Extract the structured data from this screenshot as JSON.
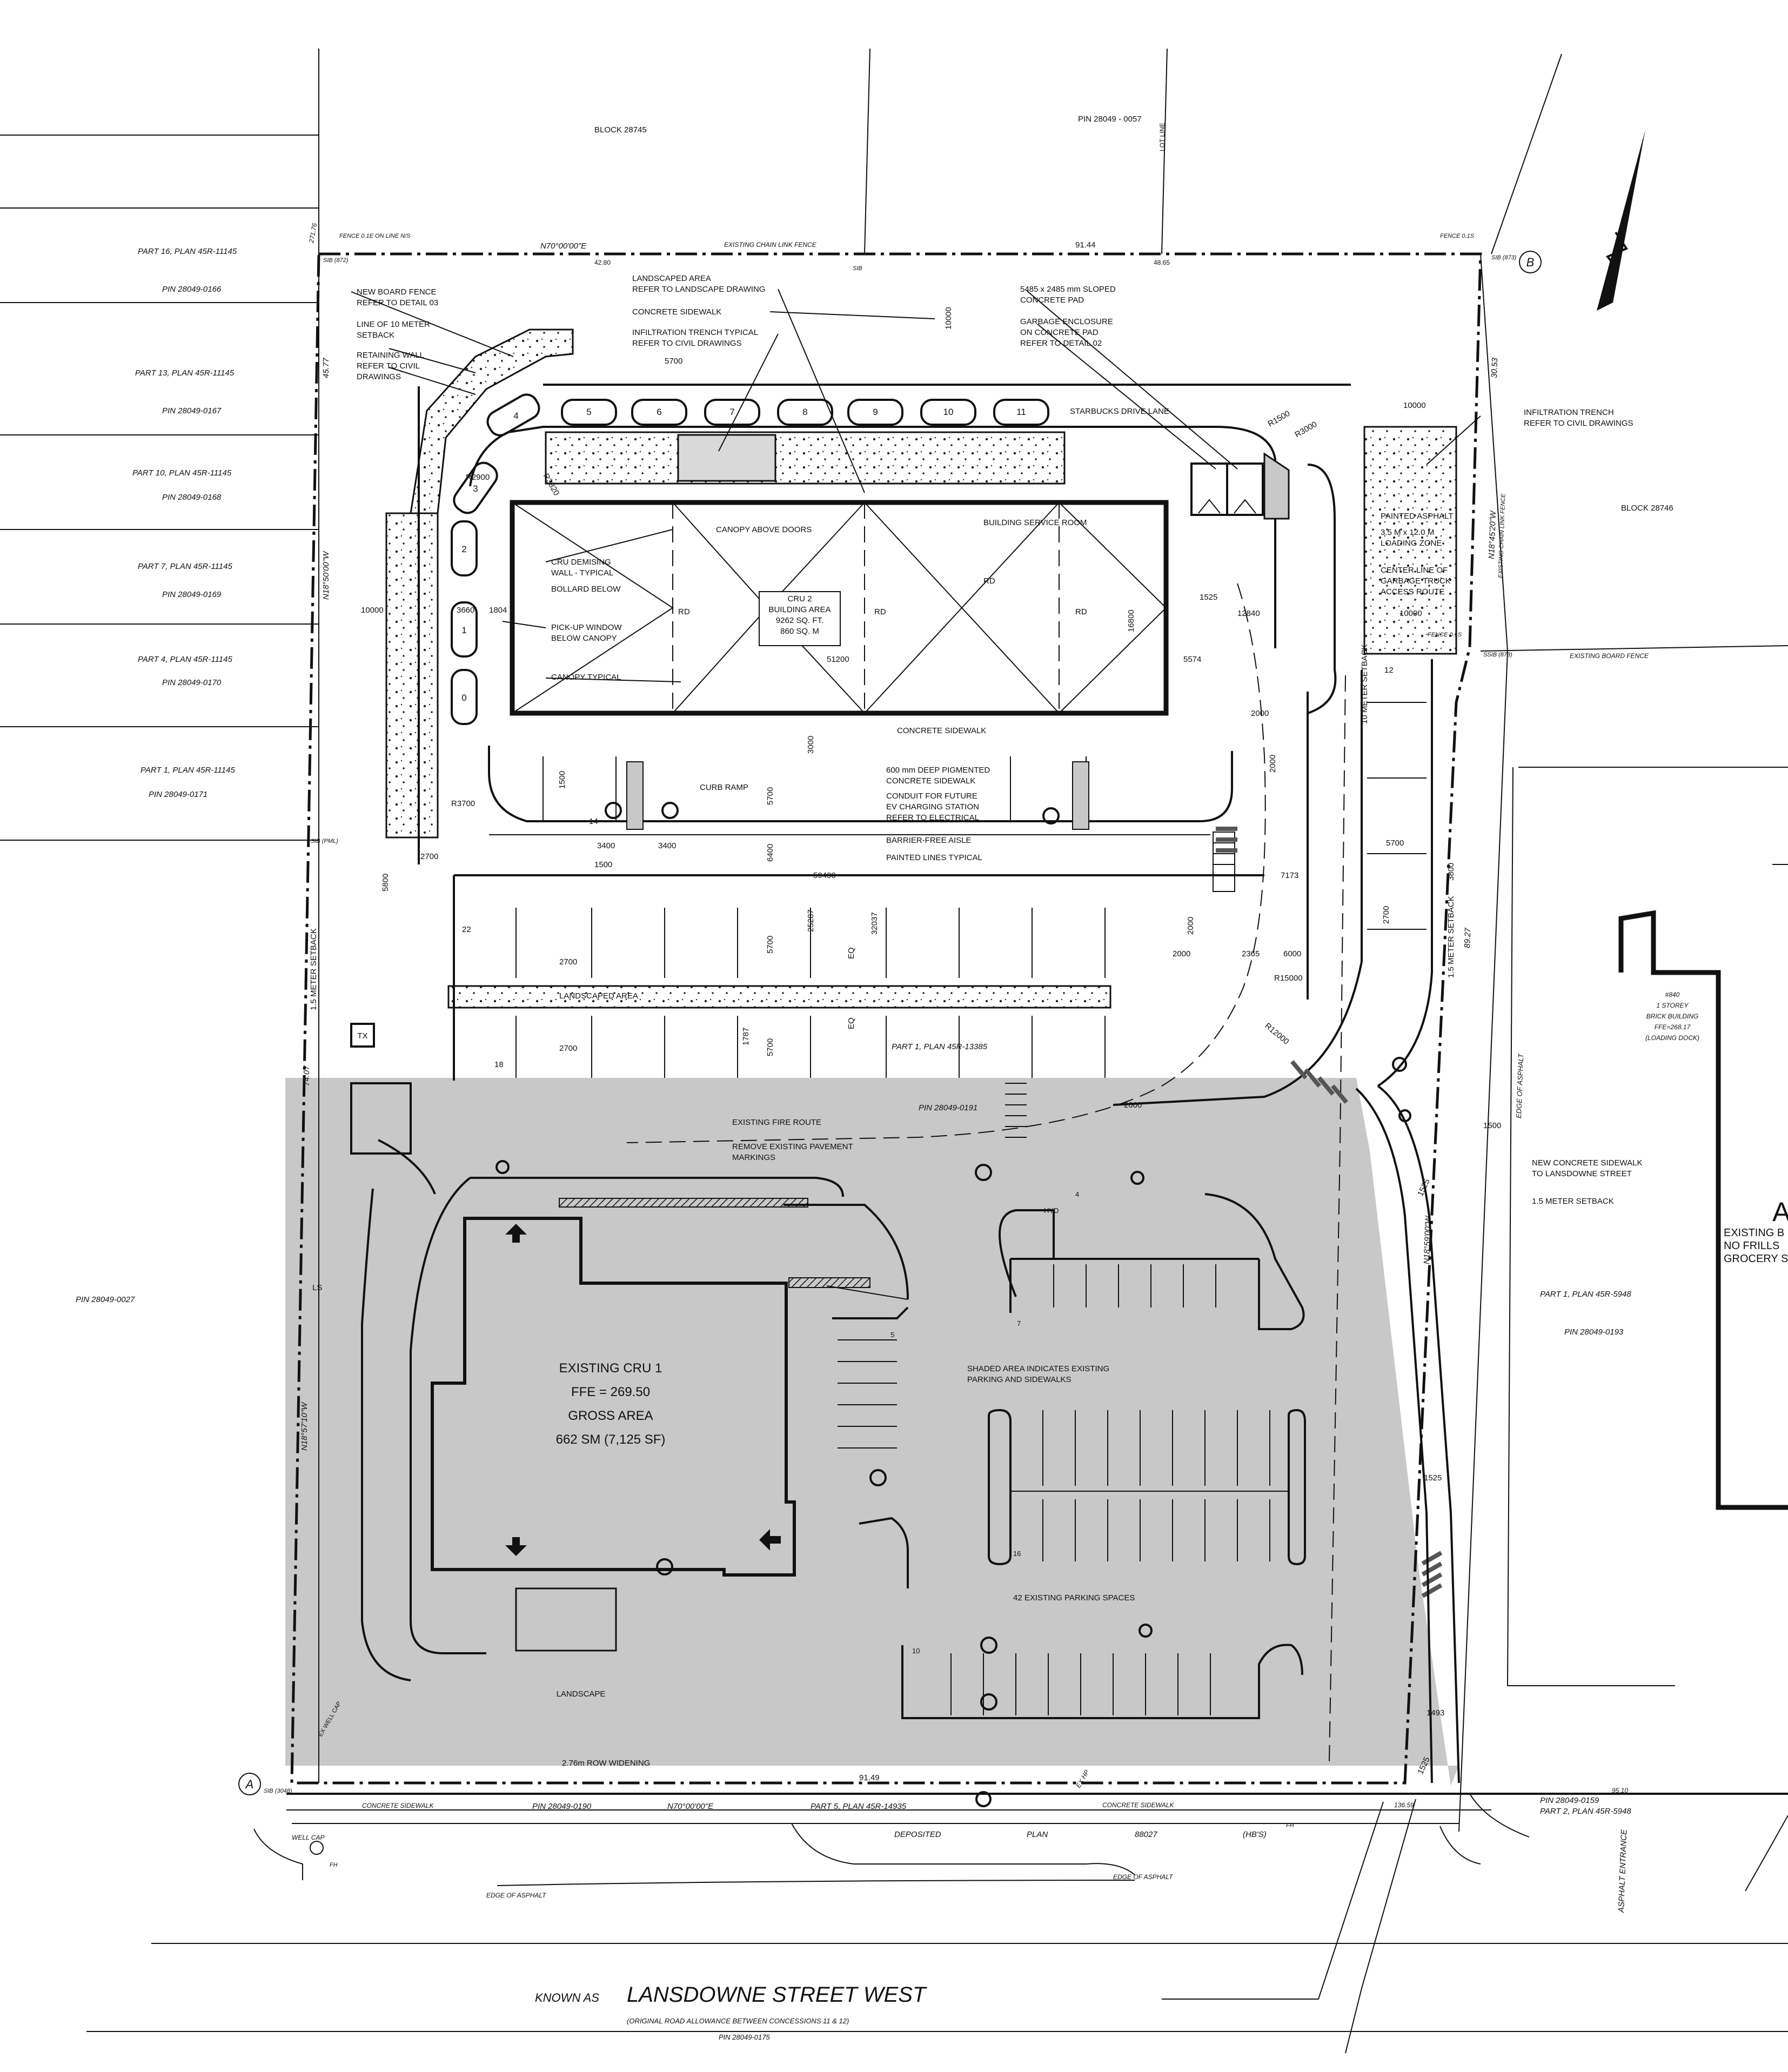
{
  "colors": {
    "existing_shade": "#c8c8c8",
    "ink": "#111111",
    "paper": "#ffffff",
    "planting": "#d9d9d9"
  },
  "neighbors": {
    "block_north": "BLOCK 28745",
    "pin_north": "PIN  28049  -  0057",
    "lot_line": "LOT LINE",
    "block_east": "BLOCK 28746",
    "pin_west_main": "PIN 28049-0027"
  },
  "west_parcels": [
    {
      "part": "PART 16, PLAN 45R-11145",
      "pin": "PIN 28049-0166"
    },
    {
      "part": "PART 13, PLAN 45R-11145",
      "pin": "PIN 28049-0167"
    },
    {
      "part": "PART 10, PLAN 45R-11145",
      "pin": "PIN 28049-0168"
    },
    {
      "part": "PART 7, PLAN 45R-11145",
      "pin": "PIN 28049-0169"
    },
    {
      "part": "PART 4, PLAN 45R-11145",
      "pin": "PIN 28049-0170"
    },
    {
      "part": "PART 1, PLAN 45R-11145",
      "pin": "PIN 28049-0171"
    }
  ],
  "boundary": {
    "north_bearing": "N70°00'00\"E",
    "north_fence": "EXISTING CHAIN LINK FENCE",
    "north_length": "91.44",
    "north_sub1": "42.80",
    "north_sub2": "48.65",
    "west_upper_bearing": "N18°50'00\"W",
    "west_upper_length": "45.77",
    "west_lower_bearing": "N18°57'10\"W",
    "west_lower_length": "74.07",
    "east_bearing": "N18°45'20\"W",
    "east_length": "30.53",
    "east_lower_bearing": "N18°59'00\"W",
    "east_lower_length": "89.27",
    "south_bearing": "N70°00'00\"E",
    "south_length": "91.49",
    "fence_note": "FENCE 0.1E ON LINE N/S",
    "fence_ne": "FENCE 0.1S",
    "fence_ne2": "FENCE 0.1S",
    "corner_nw": "271.76",
    "sib_nw": "SIB (872)",
    "sib_ne": "SIB (873)",
    "sib_mid": "SIB",
    "sib_w": "SIB (PML)",
    "sib_e": "SSIB (873)",
    "sib_sw": "SIB (3048)",
    "point_a": "A",
    "point_b": "B",
    "east_chain_fence": "EXISTING CHAIN LINK FENCE",
    "east_board_fence": "EXISTING BOARD FENCE"
  },
  "notes_left": [
    "NEW BOARD FENCE",
    "REFER TO DETAIL 03",
    "LINE OF 10 METER",
    "SETBACK",
    "RETAINING WALL",
    "REFER TO CIVIL",
    "DRAWINGS"
  ],
  "notes_top": [
    "LANDSCAPED AREA",
    "REFER TO LANDSCAPE DRAWING",
    "CONCRETE SIDEWALK",
    "INFILTRATION TRENCH TYPICAL",
    "REFER TO CIVIL DRAWINGS"
  ],
  "notes_right_top": [
    "5485 x 2485 mm SLOPED",
    "CONCRETE PAD",
    "GARBAGE ENCLOSURE",
    "ON CONCRETE PAD",
    "REFER TO DETAIL 02"
  ],
  "notes_infiltration": [
    "INFILTRATION TRENCH",
    "REFER TO CIVIL DRAWINGS"
  ],
  "notes_loading": [
    "PAINTED ASPHALT",
    "3.5 M x 12.0 M",
    "LOADING ZONE",
    "CENTER LINE OF",
    "GARBAGE TRUCK",
    "ACCESS ROUTE"
  ],
  "drive_lane": "STARBUCKS DRIVE LANE",
  "queue_numbers": [
    "5",
    "6",
    "7",
    "8",
    "9",
    "10",
    "11"
  ],
  "west_queue_numbers": [
    "4",
    "3",
    "2",
    "1",
    "0"
  ],
  "building": {
    "label1": "CRU 2",
    "label2": "BUILDING AREA",
    "label3": "9262 SQ. FT.",
    "label4": "860 SQ. M",
    "rd": "RD",
    "dim_width": "51200",
    "dim_depth": "16800",
    "canopy_doors": "CANOPY ABOVE DOORS",
    "canopy_doors2": "DOORS",
    "service_room": "BUILDING SERVICE ROOM",
    "service_room2": "SERVICE ROOM",
    "demising1": "CRU DEMISING",
    "demising2": "WALL - TYPICAL",
    "bollard": "BOLLARD BELOW",
    "pickup1": "PICK-UP WINDOW",
    "pickup2": "BELOW CANOPY",
    "canopy_typical": "CANOPY TYPICAL",
    "dim_1804": "1804",
    "dim_3660": "3660",
    "dim_10000": "10000",
    "dim_1525": "1525",
    "dim_12840": "12840",
    "dim_5574": "5574",
    "r_3820": "R3820",
    "r_2900": "R2900",
    "r_3700": "R3700"
  },
  "site_notes": {
    "concrete_sidewalk": "CONCRETE SIDEWALK",
    "curb_ramp": "CURB RAMP",
    "pigmented1": "600 mm DEEP PIGMENTED",
    "pigmented2": "CONCRETE SIDEWALK",
    "ev1": "CONDUIT FOR FUTURE",
    "ev2": "EV CHARGING STATION",
    "ev3": "REFER TO ELECTRICAL",
    "barrier_free": "BARRIER-FREE AISLE",
    "painted_lines": "PAINTED LINES TYPICAL",
    "landscaped_area": "LANDSCAPED AREA",
    "part_1": "PART 1, PLAN 45R-13385",
    "pin_0191": "PIN 28049-0191",
    "fire_route": "EXISTING FIRE ROUTE",
    "remove1": "REMOVE EXISTING PAVEMENT",
    "remove2": "MARKINGS",
    "setback_10m_e": "10 METER SETBACK",
    "setback_15_e": "1.5 METER SETBACK",
    "setback_15_w": "1.5 METER SETBACK",
    "new_sidewalk1": "NEW CONCRETE SIDEWALK",
    "new_sidewalk2": "TO LANSDOWNE STREET",
    "setback_15_right": "1.5 METER SETBACK",
    "edge_asphalt": "EDGE OF ASPHALT",
    "tx": "TX",
    "ls": "LS",
    "hyd": "HYD"
  },
  "dims": {
    "d5700a": "5700",
    "d3400a": "3400",
    "d3400b": "3400",
    "d1500a": "1500",
    "d1500b": "1500",
    "d5700b": "5700",
    "d6400": "6400",
    "d59400": "59400",
    "d25287": "25287",
    "d32037": "32037",
    "d2700a": "2700",
    "d2700b": "2700",
    "d5700c": "5700",
    "d5700d": "5700",
    "d1787": "1787",
    "d3000": "3000",
    "d5800": "5800",
    "d2700c": "2700",
    "d10000n": "10000",
    "d10000ne": "10000",
    "d10000e": "10000",
    "d2000a": "2000",
    "d2000b": "2000",
    "d2000c": "2000",
    "d2000d": "2000",
    "d7173": "7173",
    "d5700e": "5700",
    "d2700d": "2700",
    "d3800": "3800",
    "d2365": "2365",
    "d6000": "6000",
    "r15000": "R15000",
    "r12000": "R12000",
    "r1500": "R1500",
    "r3000": "R3000",
    "d2000e": "2000",
    "d1525b": "1525",
    "d1500c": "1500",
    "d1525c": "1525",
    "d1525d": "1525",
    "d1493": "1493",
    "eq1": "EQ",
    "eq2": "EQ",
    "stall22": "22",
    "stall18": "18",
    "stall14": "14",
    "stall12": "12"
  },
  "existing": {
    "title": "EXISTING CRU 1",
    "ffe": "FFE = 269.50",
    "gross": "GROSS AREA",
    "area": "662 SM (7,125 SF)",
    "landscape": "LANDSCAPE",
    "shaded_note1": "SHADED AREA INDICATES EXISTING",
    "shaded_note2": "PARKING AND SIDEWALKS",
    "parking_note": "42 EXISTING PARKING SPACES",
    "n4": "4",
    "n5": "5",
    "n7": "7",
    "n10": "10",
    "n16": "16",
    "widening": "2.76m ROW WIDENING",
    "ex_well": "EX WELL CAP"
  },
  "east_property": {
    "building1": "#840",
    "building2": "1 STOREY",
    "building3": "BRICK BUILDING",
    "building4": "FFE=268.17",
    "building5": "(LOADING DOCK)",
    "nofrills1": "EXISTING B",
    "nofrills2": "NO FRILLS",
    "nofrills3": "GROCERY S",
    "part1": "PART 1, PLAN 45R-5948",
    "pin": "PIN 28049-0193",
    "letter_a": "A",
    "asphalt_entrance": "ASPHALT ENTRANCE"
  },
  "south": {
    "concrete_sidewalk_w": "CONCRETE SIDEWALK",
    "pin_0190": "PIN 28049-0190",
    "bearing": "N70°00'00\"E",
    "part5": "PART 5, PLAN 45R-14935",
    "concrete_sidewalk_e": "CONCRETE SIDEWALK",
    "deposited": "DEPOSITED",
    "plan": "PLAN",
    "plan_no": "88027",
    "hb": "(HB'S)",
    "fh": "FH",
    "well_cap": "WELL CAP",
    "fh2": "FH",
    "edge_asphalt1": "EDGE OF ASPHALT",
    "edge_asphalt2": "EDGE OF ASPHALT",
    "pin_0159": "PIN 28049-0159",
    "part2": "PART 2, PLAN 45R-5948",
    "dist_95": "95.10",
    "dist_136": "136.59",
    "known_as": "KNOWN AS",
    "street": "LANSDOWNE STREET WEST",
    "allowance": "(ORIGINAL ROAD ALLOWANCE BETWEEN CONCESSIONS 11 & 12)",
    "pin_0175": "PIN 28049-0175",
    "ex_hydro": "EX HP"
  }
}
